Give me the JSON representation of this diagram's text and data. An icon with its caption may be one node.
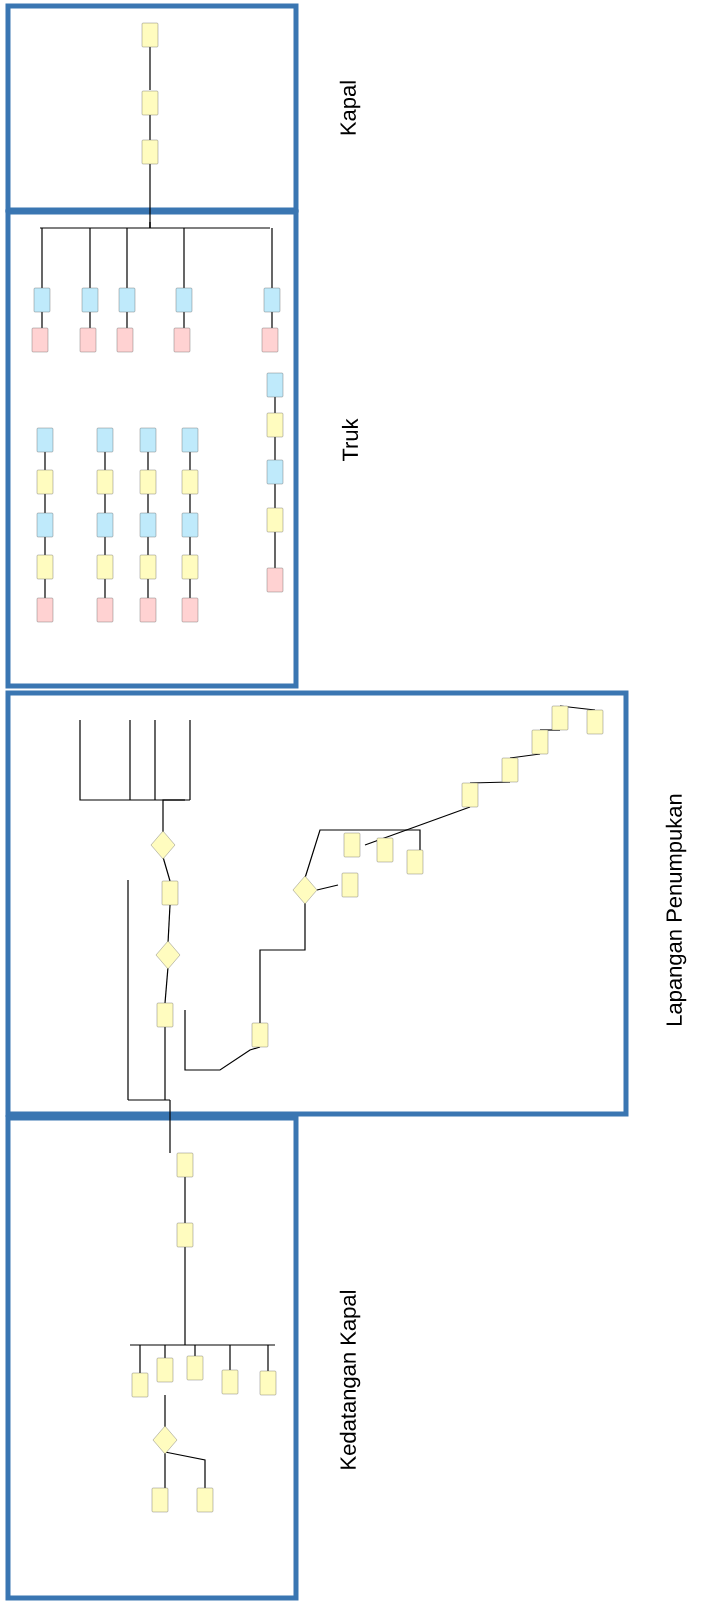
{
  "diagram": {
    "nodes": [
      {
        "text": [
          "Kapal"
        ]
      },
      {
        "text": [
          "Truk"
        ]
      },
      {
        "text": [
          "Lapangan Penumpukan"
        ]
      },
      {
        "text": [
          "Kedatangan Kapal"
        ]
      }
    ]
  }
}
